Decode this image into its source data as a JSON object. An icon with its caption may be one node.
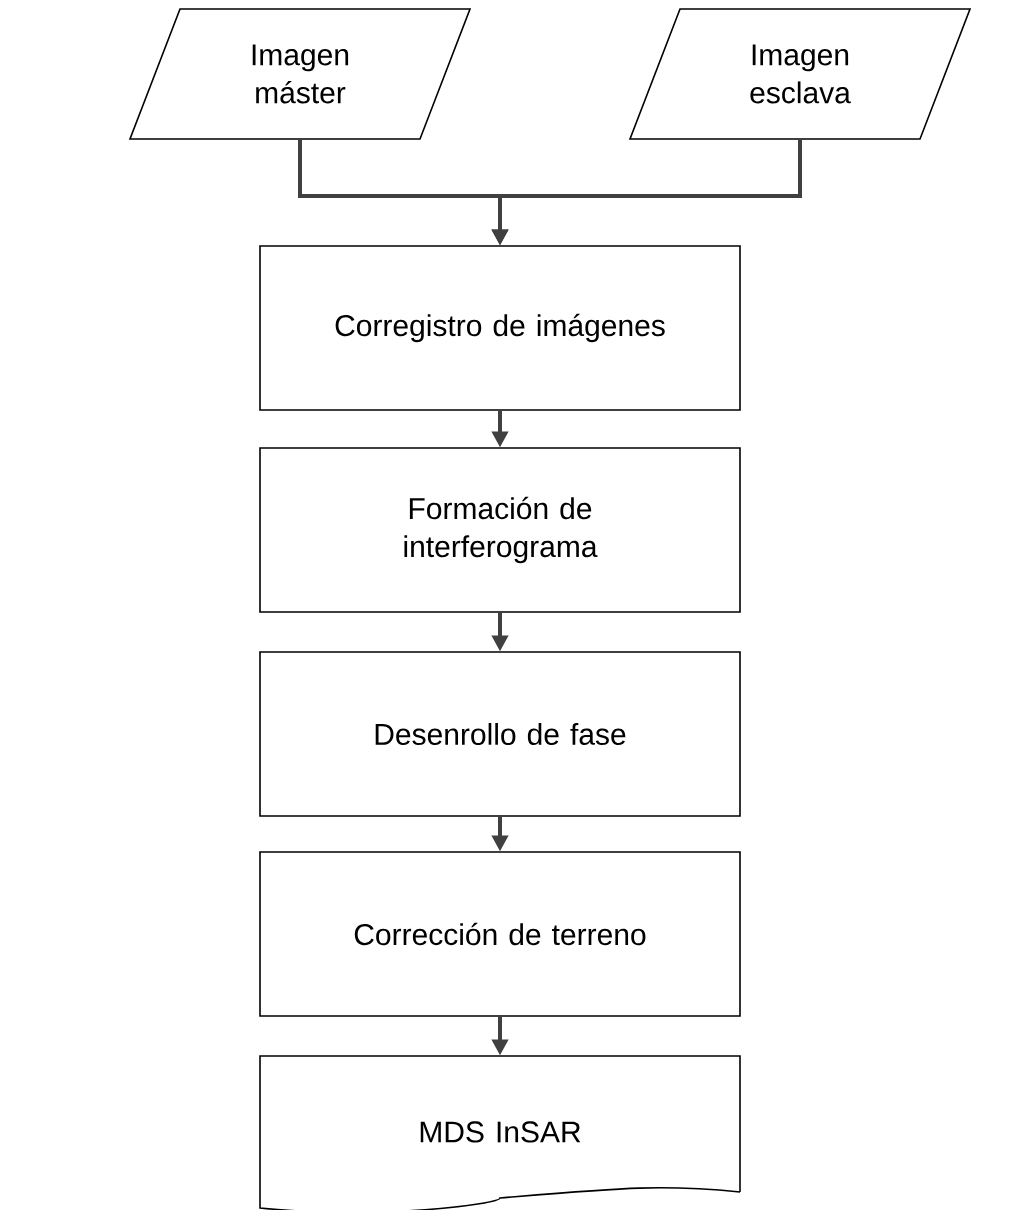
{
  "diagram": {
    "nodes": [
      {
        "text": [
          "Imagen máster"
        ]
      },
      {
        "text": [
          "Imagen esclava"
        ]
      },
      {
        "text": [
          "Corregistro de imágenes"
        ]
      },
      {
        "text": [
          "Formación de interferograma"
        ]
      },
      {
        "text": [
          "Desenrollo de fase"
        ]
      },
      {
        "text": [
          "Corrección de terreno"
        ]
      },
      {
        "text": [
          "MDS InSAR"
        ]
      }
    ],
    "edges": [
      {
        "from": 0,
        "to": 2,
        "arrow": "to"
      },
      {
        "from": 1,
        "to": 2,
        "arrow": "to"
      },
      {
        "from": 2,
        "to": 3,
        "arrow": "to"
      },
      {
        "from": 3,
        "to": 4,
        "arrow": "to"
      },
      {
        "from": 4,
        "to": 5,
        "arrow": "to"
      },
      {
        "from": 5,
        "to": 6,
        "arrow": "to"
      }
    ]
  }
}
